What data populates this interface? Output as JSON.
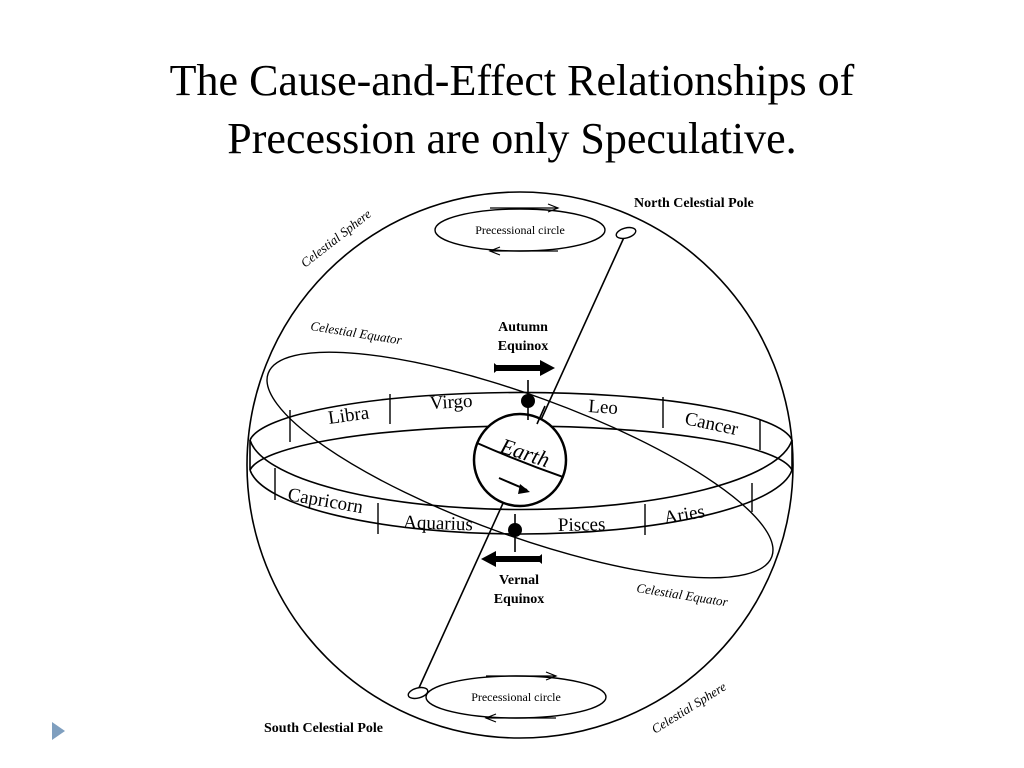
{
  "slide": {
    "title_line1": "The Cause-and-Effect Relationships of",
    "title_line2": "Precession are only Speculative."
  },
  "diagram": {
    "north_pole": "North Celestial Pole",
    "south_pole": "South Celestial Pole",
    "precessional_circle_top": "Precessional circle",
    "precessional_circle_bottom": "Precessional circle",
    "celestial_sphere_top": "Celestial Sphere",
    "celestial_sphere_bottom": "Celestial Sphere",
    "celestial_equator_left": "Celestial Equator",
    "celestial_equator_right": "Celestial Equator",
    "autumn_equinox_line1": "Autumn",
    "autumn_equinox_line2": "Equinox",
    "vernal_equinox_line1": "Vernal",
    "vernal_equinox_line2": "Equinox",
    "earth": "Earth",
    "zodiac": {
      "libra": "Libra",
      "virgo": "Virgo",
      "leo": "Leo",
      "cancer": "Cancer",
      "capricorn": "Capricorn",
      "aquarius": "Aquarius",
      "pisces": "Pisces",
      "aries": "Aries"
    }
  },
  "icons": {
    "bullet": "triangle-bullet-icon",
    "bullet_color": "#7f9fbf"
  }
}
